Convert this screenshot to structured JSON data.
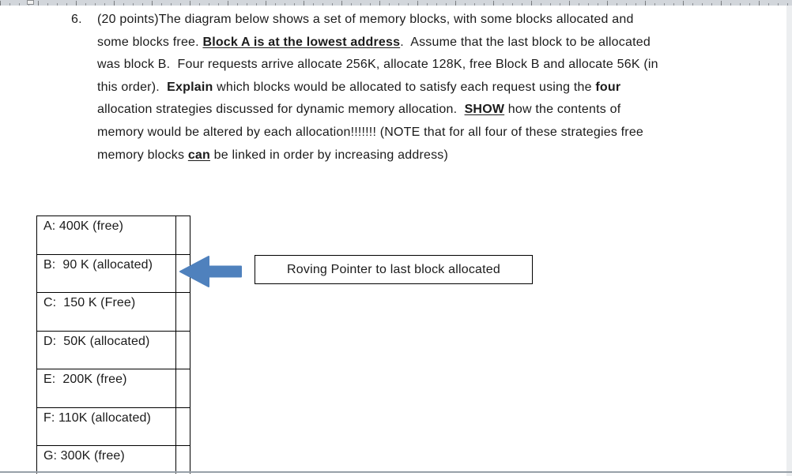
{
  "question": {
    "number": "6.",
    "lines": [
      [
        {
          "text": "(20 points)The diagram below shows a set of memory blocks, with some blocks allocated and"
        }
      ],
      [
        {
          "text": "some blocks free. "
        },
        {
          "text": "Block A is at the lowest address",
          "bold": true,
          "underline": true
        },
        {
          "text": ".  Assume that the last block to be allocated"
        }
      ],
      [
        {
          "text": "was block B.  Four requests arrive allocate 256K, allocate 128K, free Block B and allocate 56K (in"
        }
      ],
      [
        {
          "text": "this order).  "
        },
        {
          "text": "Explain",
          "bold": true
        },
        {
          "text": " which blocks would be allocated to satisfy each request using the "
        },
        {
          "text": "four",
          "bold": true
        }
      ],
      [
        {
          "text": "allocation strategies discussed for dynamic memory allocation.  "
        },
        {
          "text": "SHOW",
          "bold": true,
          "underline": true
        },
        {
          "text": " how the contents of"
        }
      ],
      [
        {
          "text": "memory would be altered by each allocation!!!!!!! (NOTE that for all four of these strategies free"
        }
      ],
      [
        {
          "text": "memory blocks "
        },
        {
          "text": "can",
          "bold": true,
          "underline": true
        },
        {
          "text": " be linked in order by increasing address)"
        }
      ]
    ]
  },
  "memory_table": {
    "rows": [
      {
        "label": "A: 400K (free)"
      },
      {
        "label": "B:  90 K (allocated)"
      },
      {
        "label": "C:  150 K (Free)"
      },
      {
        "label": "D:  50K (allocated)"
      },
      {
        "label": "E:  200K (free)"
      },
      {
        "label": "F: 110K (allocated)"
      },
      {
        "label": "G: 300K (free)"
      }
    ]
  },
  "pointer": {
    "label": "Roving Pointer to last block allocated",
    "arrow_color": "#4f81bd",
    "target_row": "B"
  }
}
